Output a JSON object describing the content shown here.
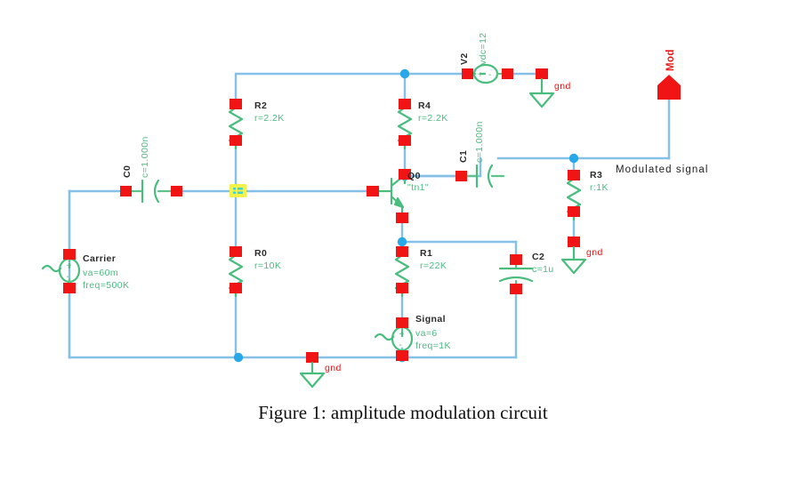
{
  "figure": {
    "caption": "Figure 1: amplitude modulation circuit",
    "annotation": "Modulated signal"
  },
  "colors": {
    "wire": "#85c0e8",
    "symbol": "#49bd7e",
    "pin": "#f01414",
    "node": "#28a8e8",
    "value_text": "#4cba82",
    "label_text": "#2b2b2b",
    "port": "#f01414",
    "selected_node_outer": "#f2f24a",
    "selected_node_inner": "#3fd0d0"
  },
  "components": {
    "c0": {
      "name": "C0",
      "value": "c=1.000n",
      "type": "capacitor"
    },
    "r2": {
      "name": "R2",
      "value": "r=2.2K",
      "type": "resistor"
    },
    "r0": {
      "name": "R0",
      "value": "r=10K",
      "type": "resistor"
    },
    "r4": {
      "name": "R4",
      "value": "r=2.2K",
      "type": "resistor"
    },
    "r1": {
      "name": "R1",
      "value": "r=22K",
      "type": "resistor"
    },
    "r3": {
      "name": "R3",
      "value": "r:1K",
      "type": "resistor"
    },
    "c1": {
      "name": "C1",
      "value": "c=1.000n",
      "type": "capacitor"
    },
    "c2": {
      "name": "C2",
      "value": "c=1u",
      "type": "capacitor"
    },
    "q0": {
      "name": "Q0",
      "value": "\"tn1\"",
      "type": "npn-transistor"
    },
    "v2": {
      "name": "V2",
      "value": "vdc=12",
      "type": "dc-source"
    },
    "carrier": {
      "name": "Carrier",
      "value1": "va=60m",
      "value2": "freq=500K",
      "type": "ac-source"
    },
    "signal": {
      "name": "Signal",
      "value1": "va=6",
      "value2": "freq=1K",
      "type": "ac-source"
    }
  },
  "grounds": {
    "label": "gnd",
    "count": 3
  },
  "ports": {
    "mod": {
      "label": "Mod"
    }
  }
}
